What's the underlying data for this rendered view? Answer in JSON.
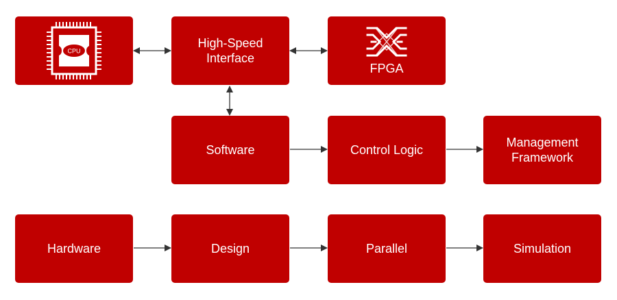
{
  "diagram": {
    "colors": {
      "box": "#c00000",
      "text": "#ffffff",
      "arrow": "#333333"
    },
    "nodes": {
      "cpu": {
        "label": "",
        "icon": "cpu-chip-icon",
        "icon_text": "CPU"
      },
      "interface": {
        "label": "High-Speed\nInterface"
      },
      "fpga": {
        "label": "FPGA",
        "icon": "fpga-interconnect-icon"
      },
      "software": {
        "label": "Software"
      },
      "control": {
        "label": "Control Logic"
      },
      "management": {
        "label": "Management\nFramework"
      },
      "hardware": {
        "label": "Hardware"
      },
      "design": {
        "label": "Design"
      },
      "parallel": {
        "label": "Parallel"
      },
      "simulation": {
        "label": "Simulation"
      }
    },
    "edges": [
      {
        "from": "cpu",
        "to": "interface",
        "type": "bidirectional"
      },
      {
        "from": "interface",
        "to": "fpga",
        "type": "bidirectional"
      },
      {
        "from": "interface",
        "to": "software",
        "type": "bidirectional"
      },
      {
        "from": "software",
        "to": "control",
        "type": "directed"
      },
      {
        "from": "control",
        "to": "management",
        "type": "directed"
      },
      {
        "from": "hardware",
        "to": "design",
        "type": "directed"
      },
      {
        "from": "design",
        "to": "parallel",
        "type": "directed"
      },
      {
        "from": "parallel",
        "to": "simulation",
        "type": "directed"
      }
    ]
  }
}
